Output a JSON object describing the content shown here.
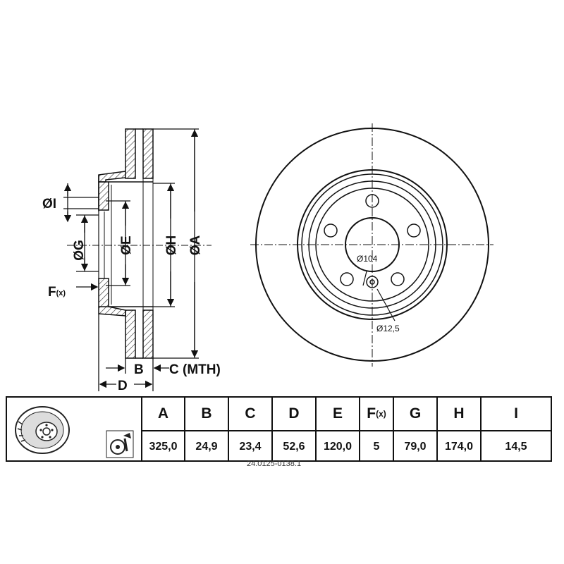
{
  "labels": {
    "dia_i": "ØI",
    "dia_g": "ØG",
    "dia_e": "ØE",
    "dia_h": "ØH",
    "dia_a": "ØA",
    "f": "F",
    "f_sub": "(x)",
    "b": "B",
    "c_mth": "C (MTH)",
    "d": "D",
    "pcd": "Ø104",
    "bolt_hole": "Ø12,5"
  },
  "table": {
    "headers": [
      "A",
      "B",
      "C",
      "D",
      "E",
      "F",
      "G",
      "H",
      "I"
    ],
    "f_sub": "(x)",
    "values": [
      "325,0",
      "24,9",
      "23,4",
      "52,6",
      "120,0",
      "5",
      "79,0",
      "174,0",
      "14,5"
    ]
  },
  "catalog_number": "24.0125-0138.1"
}
